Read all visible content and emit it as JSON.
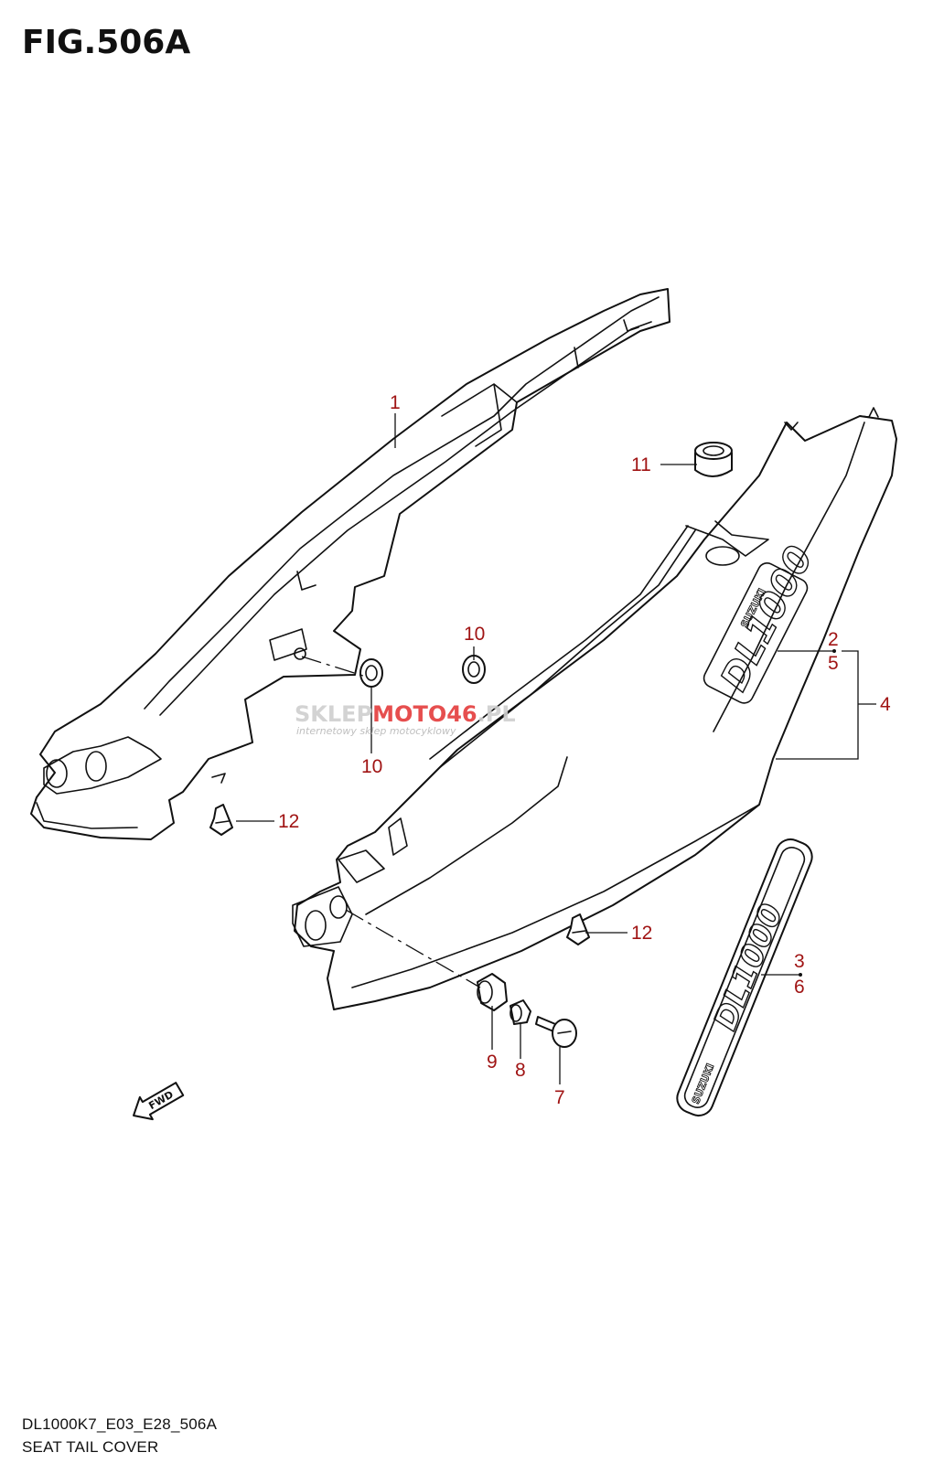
{
  "figure": {
    "title": "FIG.506A",
    "footer_code": "DL1000K7_E03_E28_506A",
    "footer_name": "SEAT TAIL COVER"
  },
  "callouts": {
    "c1": "1",
    "c2": "2",
    "c3": "3",
    "c4": "4",
    "c5": "5",
    "c6": "6",
    "c7": "7",
    "c8": "8",
    "c9": "9",
    "c10a": "10",
    "c10b": "10",
    "c11": "11",
    "c12a": "12",
    "c12b": "12"
  },
  "markings": {
    "cover_model": "DL1000",
    "cover_brand": "SUZUKI",
    "emblem_model": "DL1000",
    "emblem_brand": "SUZUKI",
    "fwd_label": "FWD"
  },
  "watermark": {
    "logo_part1": "SKLEP",
    "logo_part2": "MOTO",
    "logo_part3": "46",
    "logo_part4": ".PL",
    "tagline": "internetowy sklep motocyklowy"
  },
  "colors": {
    "callout": "#a01414",
    "line": "#111111",
    "watermark_grey": "#b8b8b8",
    "watermark_red": "#e43b3b"
  }
}
